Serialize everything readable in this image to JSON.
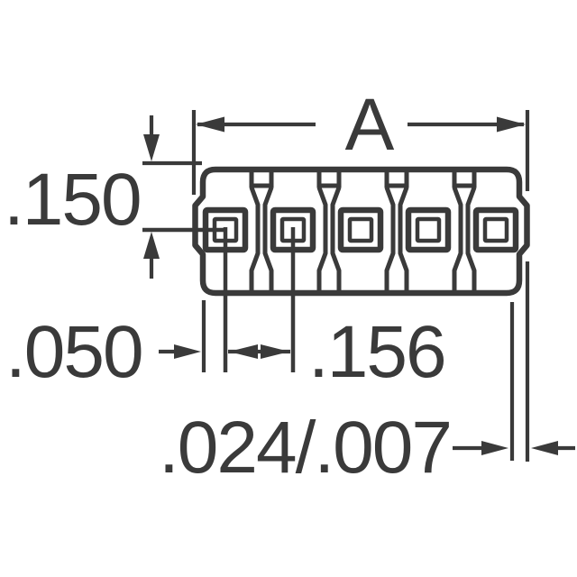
{
  "drawing": {
    "type": "connector-footprint-dimension-drawing",
    "pin_count": 5,
    "labels": {
      "overall_width": "A",
      "top_to_pin_center": ".150",
      "edge_to_first_pin": ".050",
      "pin_pitch": ".156",
      "tab_dimension": ".024/.007"
    },
    "colors": {
      "line": "#3a3a3a",
      "background": "#ffffff"
    }
  }
}
